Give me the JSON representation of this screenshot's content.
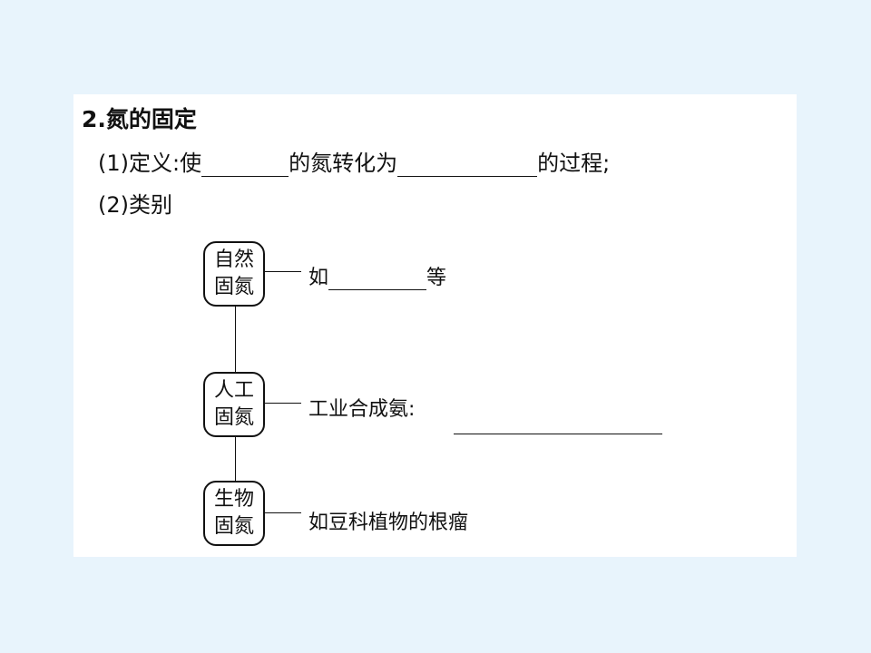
{
  "heading": "2.氮的固定",
  "definition": {
    "prefix": "(1)定义:使",
    "middle": "的氮转化为",
    "suffix": "的过程;"
  },
  "category_line": "(2)类别",
  "categories": [
    {
      "line1": "自然",
      "line2": "固氮",
      "desc_prefix": "如",
      "desc_suffix": "等"
    },
    {
      "line1": "人工",
      "line2": "固氮",
      "desc_prefix": "工业合成氨:",
      "desc_suffix": ""
    },
    {
      "line1": "生物",
      "line2": "固氮",
      "desc_prefix": "如豆科植物的根瘤",
      "desc_suffix": ""
    }
  ]
}
